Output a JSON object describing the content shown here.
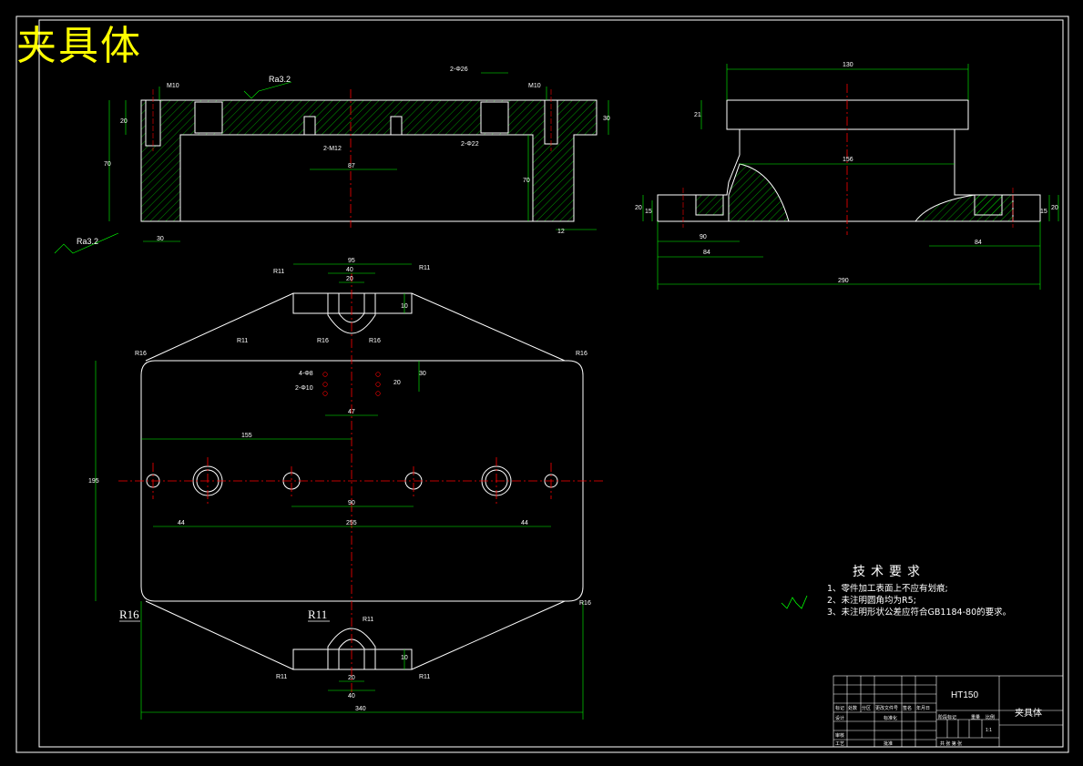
{
  "title": "夹具体",
  "roughness": [
    "Ra3.2",
    "Ra3.2"
  ],
  "tech_requirements": {
    "heading": "技术要求",
    "items": [
      "1、零件加工表面上不应有划痕;",
      "2、未注明圆角均为R5;",
      "3、未注明形状公差应符合GB1184-80的要求。"
    ]
  },
  "dimensions": {
    "front": [
      "M10",
      "Ra3.2",
      "2-Φ26",
      "M10",
      "20",
      "70",
      "2-M12",
      "2-Φ22",
      "87",
      "70",
      "30",
      "30",
      "12"
    ],
    "side": [
      "130",
      "21",
      "156",
      "20",
      "15",
      "20",
      "15",
      "90",
      "84",
      "84",
      "290"
    ],
    "top": [
      "95",
      "40",
      "20",
      "10",
      "R11",
      "R11",
      "R16",
      "R16",
      "4-Φ8",
      "2-Φ10",
      "20",
      "30",
      "47",
      "155",
      "195",
      "90",
      "44",
      "255",
      "44",
      "R16",
      "R11",
      "R11",
      "R11",
      "10",
      "20",
      "40",
      "340",
      "R16",
      "R16",
      "R11"
    ]
  },
  "labels": {
    "r16": "R16",
    "r11": "R11"
  },
  "title_block": {
    "material": "HT150",
    "part_name": "夹具体",
    "rows": [
      "标记",
      "处数",
      "分区",
      "更改文件号",
      "签名",
      "年月日"
    ],
    "design": "设计",
    "check": "审核",
    "process": "工艺",
    "standard": "标准化",
    "approve": "批准",
    "stage": "阶段标记",
    "weight": "重量",
    "scale": "比例",
    "sheet": "共 张 第 张",
    "scale_value": "1:1"
  },
  "colors": {
    "outline": "#ffffff",
    "dimension": "#00ff00",
    "center": "#ff0000",
    "hatch": "#00ff00",
    "title": "#ffff00"
  }
}
